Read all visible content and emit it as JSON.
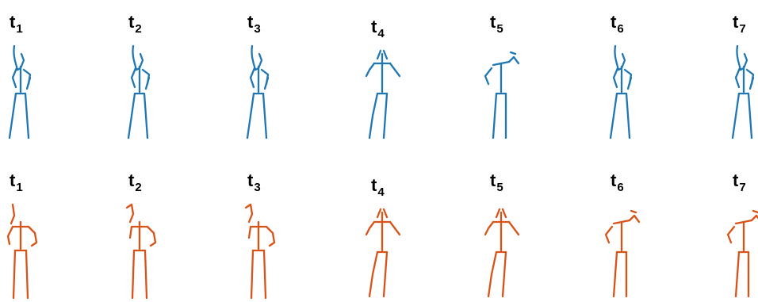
{
  "rows": [
    {
      "id": "top",
      "color": "#1f77b4",
      "frames": [
        {
          "label": "t",
          "sub": "1",
          "pose": "right-hand-raised"
        },
        {
          "label": "t",
          "sub": "2",
          "pose": "right-hand-raised"
        },
        {
          "label": "t",
          "sub": "3",
          "pose": "right-hand-raised"
        },
        {
          "label": "t",
          "sub": "4",
          "pose": "both-arms-out"
        },
        {
          "label": "t",
          "sub": "5",
          "pose": "both-arms-up"
        },
        {
          "label": "t",
          "sub": "6",
          "pose": "right-hand-raised"
        },
        {
          "label": "t",
          "sub": "7",
          "pose": "right-hand-raised"
        }
      ]
    },
    {
      "id": "bottom",
      "color": "#d95319",
      "frames": [
        {
          "label": "t",
          "sub": "1",
          "pose": "arms-bent"
        },
        {
          "label": "t",
          "sub": "2",
          "pose": "right-arm-raised"
        },
        {
          "label": "t",
          "sub": "3",
          "pose": "right-arm-raised"
        },
        {
          "label": "t",
          "sub": "4",
          "pose": "both-arms-out"
        },
        {
          "label": "t",
          "sub": "5",
          "pose": "both-arms-out"
        },
        {
          "label": "t",
          "sub": "6",
          "pose": "both-arms-up"
        },
        {
          "label": "t",
          "sub": "7",
          "pose": "both-arms-up"
        }
      ]
    }
  ]
}
